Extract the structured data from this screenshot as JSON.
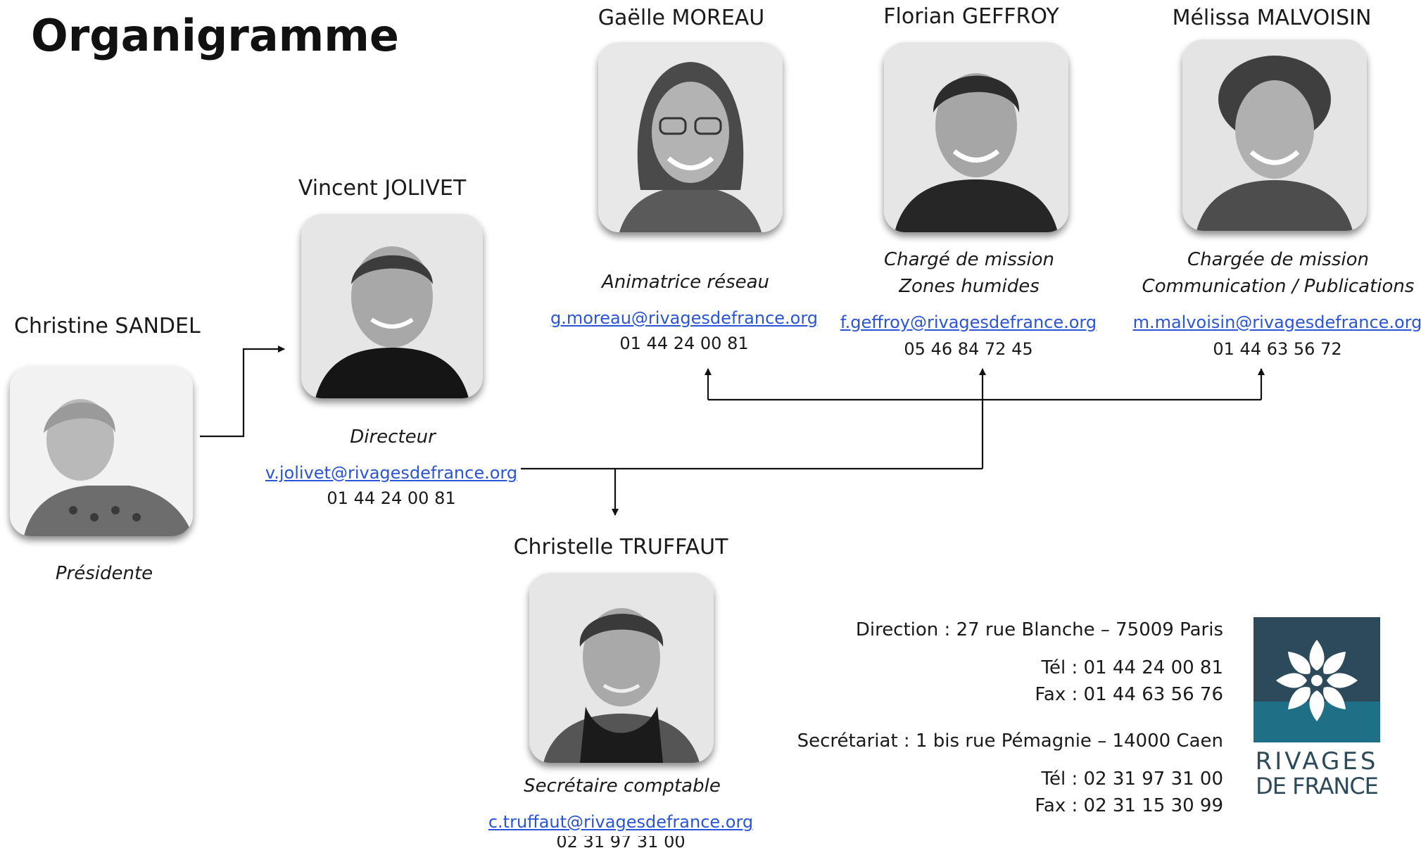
{
  "title": "Organigramme",
  "people": {
    "sandel": {
      "name": "Christine SANDEL",
      "role": "Présidente"
    },
    "jolivet": {
      "name": "Vincent JOLIVET",
      "role": "Directeur",
      "email": "v.jolivet@rivagesdefrance.org",
      "phone": "01 44 24 00 81"
    },
    "moreau": {
      "name": "Gaëlle MOREAU",
      "role": "Animatrice réseau",
      "email": "g.moreau@rivagesdefrance.org",
      "phone": "01 44 24 00 81"
    },
    "geffroy": {
      "name": "Florian GEFFROY",
      "role_line1": "Chargé de mission",
      "role_line2": "Zones humides",
      "email": "f.geffroy@rivagesdefrance.org",
      "phone": "05 46 84 72 45"
    },
    "malvoisin": {
      "name": "Mélissa MALVOISIN",
      "role_line1": "Chargée de mission",
      "role_line2": "Communication / Publications",
      "email": "m.malvoisin@rivagesdefrance.org",
      "phone": "01 44 63 56 72"
    },
    "truffaut": {
      "name": "Christelle TRUFFAUT",
      "role": "Secrétaire comptable",
      "email": "c.truffaut@rivagesdefrance.org",
      "phone": "02 31 97 31 00"
    }
  },
  "contact": {
    "direction": "Direction : 27 rue Blanche – 75009 Paris",
    "direction_tel": "Tél : 01 44 24 00 81",
    "direction_fax": "Fax : 01 44 63 56 76",
    "secretariat": "Secrétariat : 1 bis rue Pémagnie – 14000 Caen",
    "secretariat_tel": "Tél : 02 31 97 31 00",
    "secretariat_fax": "Fax : 02 31 15 30 99"
  },
  "logo": {
    "line1": "RIVAGES",
    "line2": "DE FRANCE",
    "color_dark": "#2d4a5a",
    "color_light": "#1f6f86"
  },
  "colors": {
    "link": "#2a55d6",
    "connector": "#111111"
  }
}
